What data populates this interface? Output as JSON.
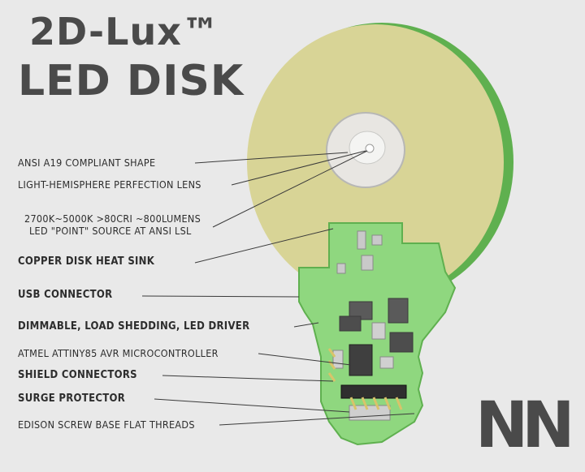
{
  "title": {
    "line1": "2D-Lux™",
    "line2": "LED DISK"
  },
  "callouts": [
    {
      "text": "ANSI A19 COMPLIANT SHAPE"
    },
    {
      "text": "LIGHT-HEMISPHERE PERFECTION LENS"
    },
    {
      "line1": "2700K~5000K >80CRI ~800LUMENS",
      "line2": "LED \"POINT\" SOURCE AT ANSI LSL"
    },
    {
      "text": "COPPER DISK HEAT SINK"
    },
    {
      "text": "USB CONNECTOR"
    },
    {
      "text": "DIMMABLE, LOAD SHEDDING, LED DRIVER"
    },
    {
      "text": "ATMEL ATTINY85 AVR MICROCONTROLLER"
    },
    {
      "text": "SHIELD CONNECTORS"
    },
    {
      "text": "SURGE PROTECTOR"
    },
    {
      "text": "EDISON SCREW BASE FLAT THREADS"
    }
  ],
  "colors": {
    "background": "#e9e9e9",
    "disk": "#d8d496",
    "pcb": "#8fd77f",
    "pcb_edge": "#62b85a",
    "text": "#2d2d2d",
    "title": "#4a4a4a"
  }
}
